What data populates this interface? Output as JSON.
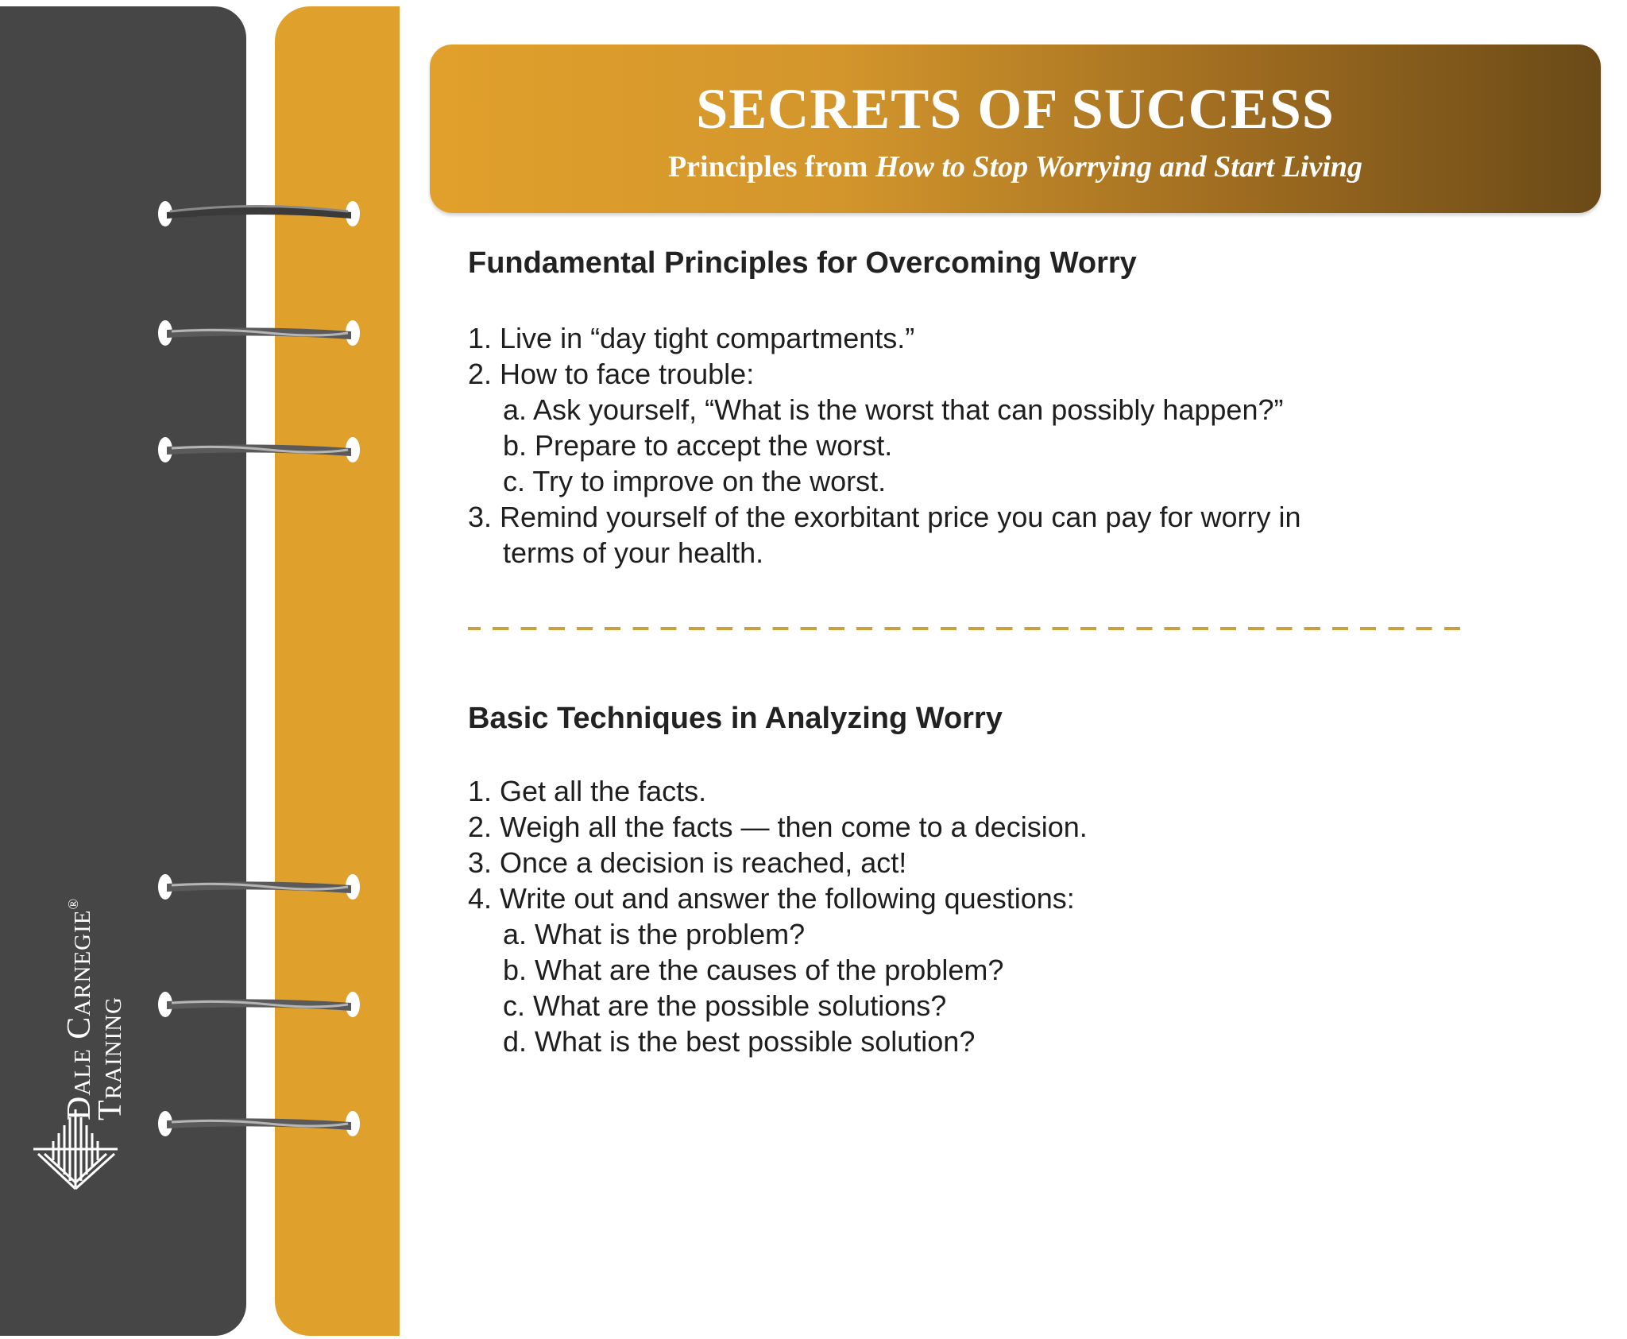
{
  "brand": {
    "line1": "Dale Carnegie",
    "registered": "®",
    "line2": "Training"
  },
  "banner": {
    "title": "SECRETS OF SUCCESS",
    "subtitle_prefix": "Principles from",
    "subtitle_book": "How to Stop Worrying and Start Living"
  },
  "section1": {
    "heading": "Fundamental Principles for Overcoming Worry",
    "items": [
      "1. Live in “day tight compartments.”",
      "2. How to face trouble:",
      "a. Ask yourself, “What is the worst that can possibly happen?”",
      "b. Prepare to accept the worst.",
      "c. Try to improve on the worst.",
      "3. Remind yourself of the exorbitant price you can pay for worry in",
      "terms of your health."
    ]
  },
  "section2": {
    "heading": "Basic Techniques in Analyzing Worry",
    "items": [
      "1. Get all the facts.",
      "2. Weigh all the facts — then come to a decision.",
      "3. Once a decision is reached, act!",
      "4. Write out and answer the following questions:",
      "a. What is the problem?",
      "b. What are the causes of the problem?",
      "c. What are the possible solutions?",
      "d. What is the best possible solution?"
    ]
  },
  "colors": {
    "binder_dark": "#474646",
    "binder_gold": "#dfa12c",
    "banner_start": "#e1a02b",
    "banner_end": "#6a4a17",
    "divider": "#c8a03c"
  }
}
